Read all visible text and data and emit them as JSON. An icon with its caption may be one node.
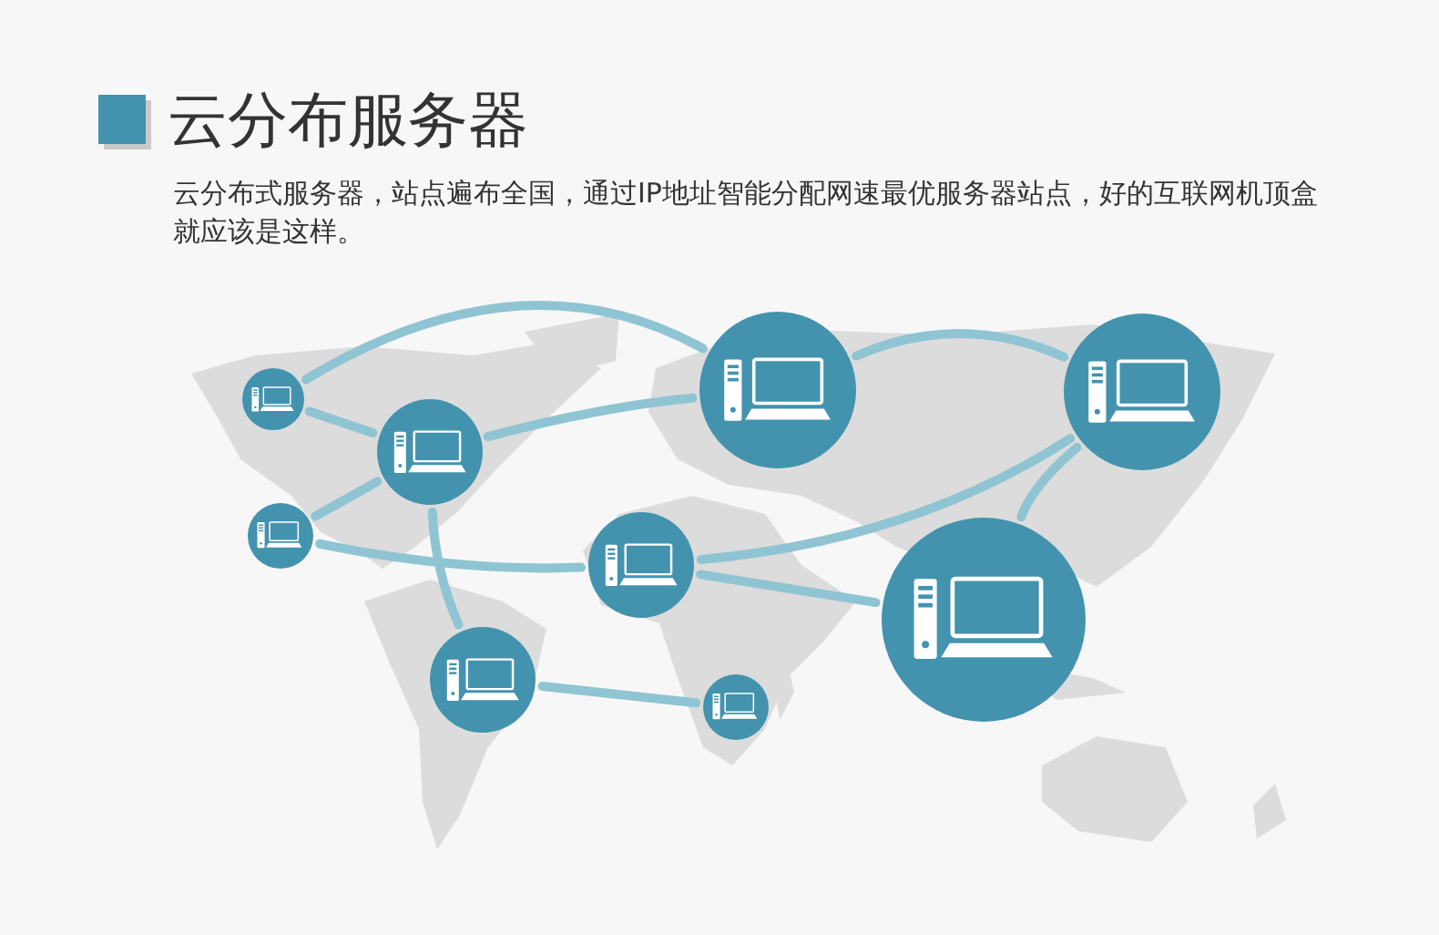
{
  "diagram": {
    "title": "云分布服务器",
    "nodes": [
      {
        "text": [],
        "shape": "circle"
      },
      {
        "text": [],
        "shape": "circle"
      },
      {
        "text": [],
        "shape": "circle"
      },
      {
        "text": [],
        "shape": "circle"
      },
      {
        "text": [],
        "shape": "circle"
      },
      {
        "text": [],
        "shape": "circle"
      },
      {
        "text": [],
        "shape": "circle"
      },
      {
        "text": [],
        "shape": "circle"
      },
      {
        "text": [],
        "shape": "circle"
      }
    ],
    "edges": [
      {
        "from": 0,
        "to": 1,
        "arrow": "none"
      },
      {
        "from": 0,
        "to": 3,
        "arrow": "none"
      },
      {
        "from": 3,
        "to": 1,
        "arrow": "none"
      },
      {
        "from": 3,
        "to": 4,
        "arrow": "none"
      },
      {
        "from": 4,
        "to": 5,
        "arrow": "none"
      },
      {
        "from": 3,
        "to": 7,
        "arrow": "none"
      },
      {
        "from": 1,
        "to": 2,
        "arrow": "none"
      },
      {
        "from": 2,
        "to": 5,
        "arrow": "none"
      },
      {
        "from": 2,
        "to": 6,
        "arrow": "none"
      },
      {
        "from": 5,
        "to": 6,
        "arrow": "none"
      },
      {
        "from": 7,
        "to": 8,
        "arrow": "none"
      }
    ],
    "labels": [
      "云分布式服务器，站点遍布全国，通过IP地址智能分配网速最优服务器站点，好的互联网机顶盒就应该是这样。"
    ]
  }
}
